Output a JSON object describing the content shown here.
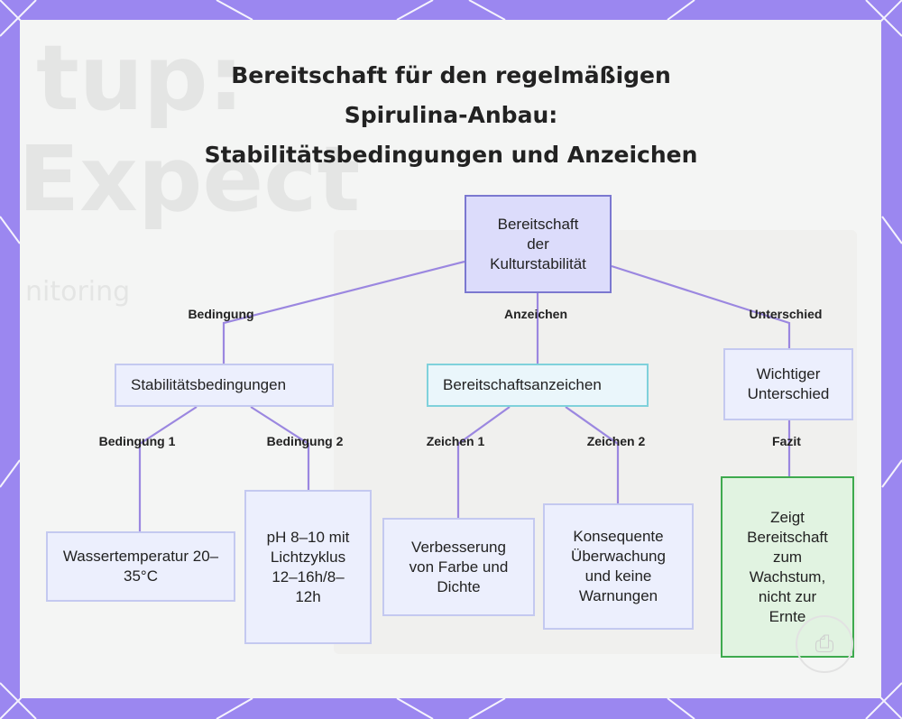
{
  "title_lines": [
    "Bereitschaft für den regelmäßigen",
    "Spirulina-Anbau:",
    "Stabilitätsbedingungen und Anzeichen"
  ],
  "background_text": [
    "tup:",
    "Expect",
    "nitoring"
  ],
  "nodes": {
    "root": "Bereitschaft der Kulturstabilität",
    "stabilitaet": "Stabilitätsbedingungen",
    "anzeichen": "Bereitschaftsanzeichen",
    "unterschied": "Wichtiger Unterschied",
    "wasser": "Wassertemperatur 20–35°C",
    "ph": "pH 8–10 mit Lichtzyklus 12–16h/8–12h",
    "farbe": "Verbesserung von Farbe und Dichte",
    "ueberwachung": "Konsequente Überwachung und keine Warnungen",
    "fazit_node": "Zeigt Bereitschaft zum Wachstum, nicht zur Ernte"
  },
  "edge_labels": {
    "bedingung": "Bedingung",
    "anzeichen": "Anzeichen",
    "unterschied": "Unterschied",
    "bedingung1": "Bedingung 1",
    "bedingung2": "Bedingung 2",
    "zeichen1": "Zeichen 1",
    "zeichen2": "Zeichen 2",
    "fazit": "Fazit"
  },
  "colors": {
    "frame": "#9b87f0",
    "card": "#f4f5f4",
    "connector": "#9b87e0",
    "root_fill": "#dcdcfb",
    "root_border": "#7b78d0",
    "node_fill": "#eceffd",
    "node_border": "#c4c9f0",
    "cyan_border": "#7fd1db",
    "green_fill": "#e1f3e1",
    "green_border": "#3eaa4e"
  },
  "watermark_icon": "camera-icon"
}
